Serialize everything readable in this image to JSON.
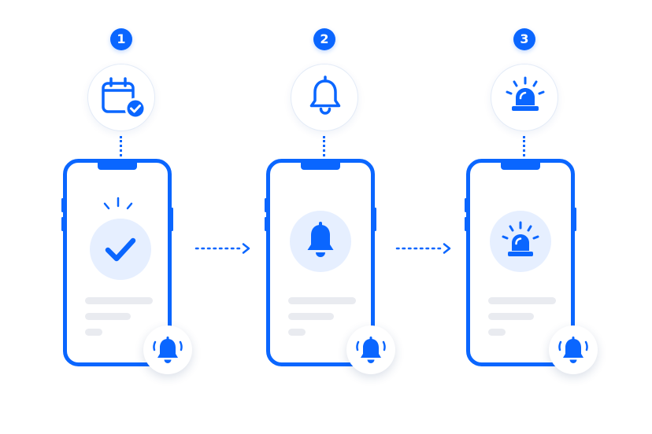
{
  "colors": {
    "accent": "#0a66ff",
    "accent_light": "#e6efff",
    "placeholder": "#e9ebf0",
    "background": "#ffffff"
  },
  "steps": [
    {
      "number": "1",
      "top_icon": "calendar-check-icon",
      "screen_icon": "checkmark-icon",
      "badge_icon": "ringing-bell-icon"
    },
    {
      "number": "2",
      "top_icon": "bell-outline-icon",
      "screen_icon": "bell-icon",
      "badge_icon": "ringing-bell-icon"
    },
    {
      "number": "3",
      "top_icon": "siren-icon",
      "screen_icon": "siren-icon",
      "badge_icon": "ringing-bell-icon"
    }
  ],
  "arrows": [
    {
      "from": "1",
      "to": "2",
      "icon": "dotted-arrow-right-icon"
    },
    {
      "from": "2",
      "to": "3",
      "icon": "dotted-arrow-right-icon"
    }
  ]
}
